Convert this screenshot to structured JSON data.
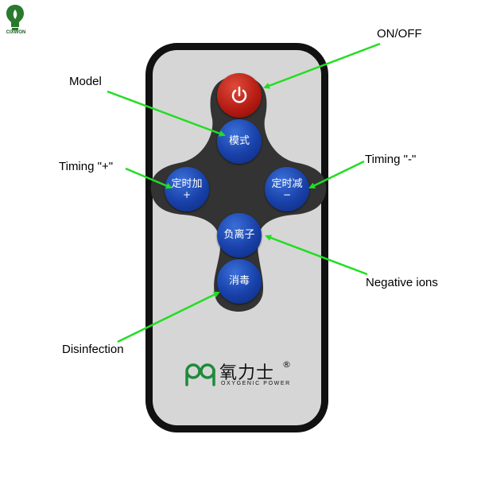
{
  "corner_logo": {
    "text": "CIXWON"
  },
  "remote": {
    "buttons": {
      "power": {
        "icon": "power-icon",
        "color": "#b21a12"
      },
      "mode": {
        "label": "模式"
      },
      "timer_plus": {
        "label": "定时加",
        "sign": "+"
      },
      "timer_minus": {
        "label": "定时减",
        "sign": "−"
      },
      "ions": {
        "label": "负离子"
      },
      "disinfect": {
        "label": "消毒"
      }
    },
    "brand": {
      "name": "氧力士",
      "registered": "®",
      "tagline": "OXYGENIC POWER",
      "color": "#1f8a3c"
    }
  },
  "annotations": {
    "on_off": "ON/OFF",
    "model": "Model",
    "timing_plus": "Timing \"+\"",
    "timing_minus": "Timing \"-\"",
    "negative_ions": "Negative ions",
    "disinfection": "Disinfection"
  },
  "colors": {
    "arrow": "#22dd22",
    "button_blue": "#1840a8",
    "pad": "#333333",
    "body": "#d6d6d6"
  }
}
